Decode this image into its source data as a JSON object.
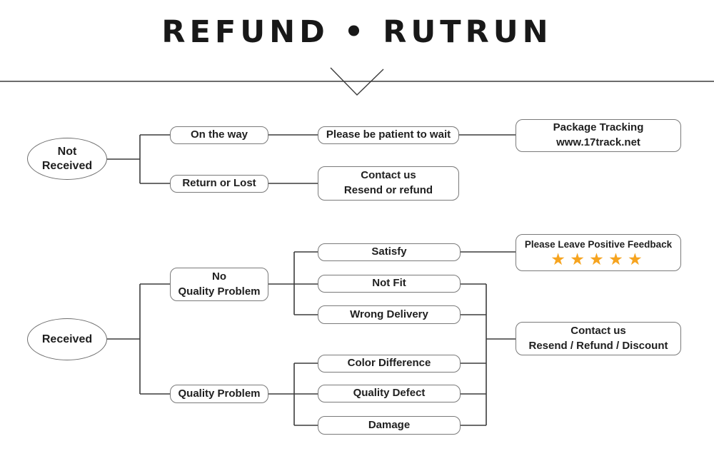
{
  "title": "REFUND • RUTRUN",
  "colors": {
    "star": "#F6A41F",
    "line": "#3c3c3c"
  },
  "flow_not_received": {
    "root": "Not\nReceived",
    "on_the_way": "On the way",
    "be_patient": "Please be patient to wait",
    "package_tracking": "Package Tracking\nwww.17track.net",
    "return_or_lost": "Return or Lost",
    "contact_resend_refund": "Contact us\nResend or refund"
  },
  "flow_received": {
    "root": "Received",
    "no_quality_problem": "No\nQuality Problem",
    "satisfy": "Satisfy",
    "not_fit": "Not Fit",
    "wrong_delivery": "Wrong Delivery",
    "feedback_label": "Please Leave Positive Feedback",
    "feedback_stars": "★★★★★",
    "quality_problem": "Quality Problem",
    "color_difference": "Color Difference",
    "quality_defect": "Quality Defect",
    "damage": "Damage",
    "contact_resend_refund_discount": "Contact us\nResend / Refund / Discount"
  }
}
